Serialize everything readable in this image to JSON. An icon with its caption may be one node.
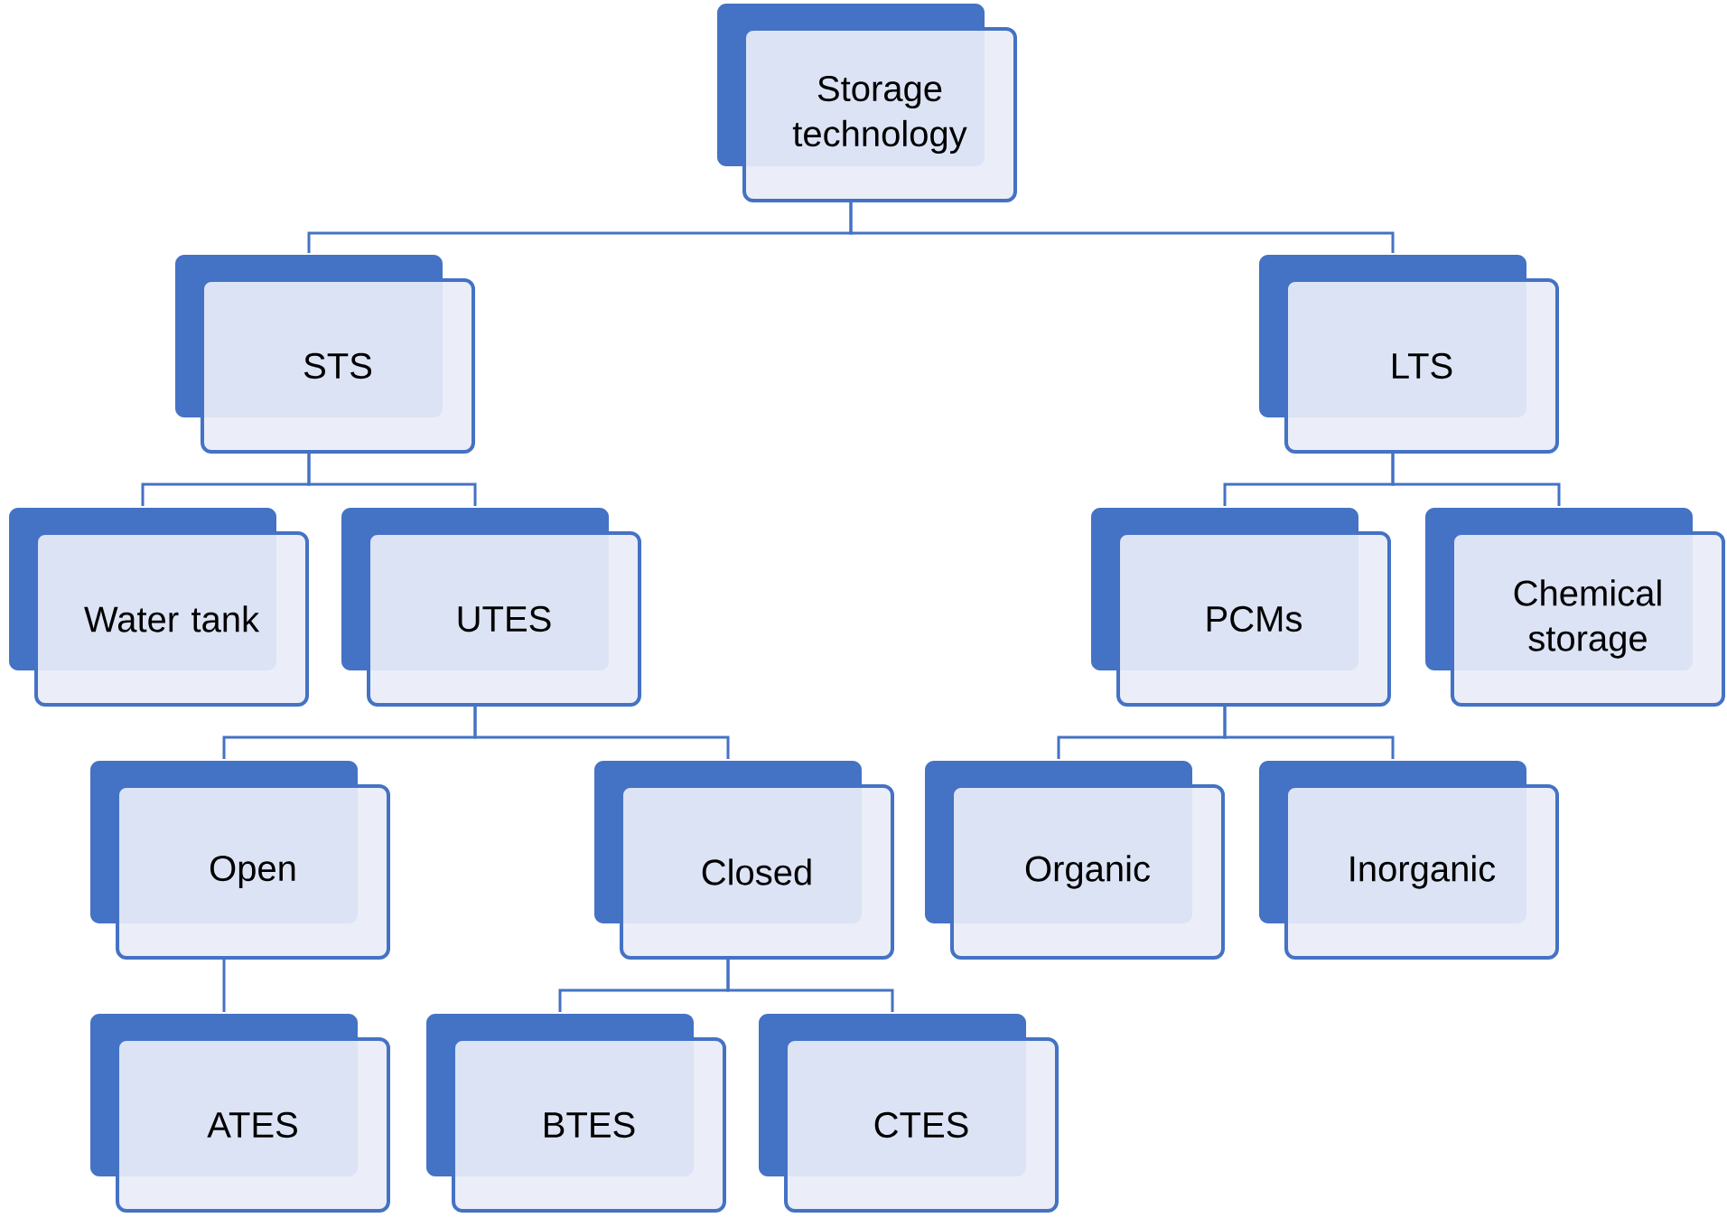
{
  "diagram": {
    "nodes": [
      {
        "text": [
          "Storage technology"
        ]
      },
      {
        "text": [
          "STS"
        ]
      },
      {
        "text": [
          "LTS"
        ]
      },
      {
        "text": [
          "Water tank"
        ]
      },
      {
        "text": [
          "UTES"
        ]
      },
      {
        "text": [
          "PCMs"
        ]
      },
      {
        "text": [
          "Chemical storage"
        ]
      },
      {
        "text": [
          "Open"
        ]
      },
      {
        "text": [
          "Closed"
        ]
      },
      {
        "text": [
          "Organic"
        ]
      },
      {
        "text": [
          "Inorganic"
        ]
      },
      {
        "text": [
          "ATES"
        ]
      },
      {
        "text": [
          "BTES"
        ]
      },
      {
        "text": [
          "CTES"
        ]
      }
    ],
    "edges": [
      {
        "from": 0,
        "to": 1,
        "arrow": "none"
      },
      {
        "from": 0,
        "to": 2,
        "arrow": "none"
      },
      {
        "from": 1,
        "to": 3,
        "arrow": "none"
      },
      {
        "from": 1,
        "to": 4,
        "arrow": "none"
      },
      {
        "from": 2,
        "to": 5,
        "arrow": "none"
      },
      {
        "from": 2,
        "to": 6,
        "arrow": "none"
      },
      {
        "from": 4,
        "to": 7,
        "arrow": "none"
      },
      {
        "from": 4,
        "to": 8,
        "arrow": "none"
      },
      {
        "from": 5,
        "to": 9,
        "arrow": "none"
      },
      {
        "from": 5,
        "to": 10,
        "arrow": "none"
      },
      {
        "from": 7,
        "to": 11,
        "arrow": "none"
      },
      {
        "from": 8,
        "to": 12,
        "arrow": "none"
      },
      {
        "from": 8,
        "to": 13,
        "arrow": "none"
      }
    ]
  }
}
